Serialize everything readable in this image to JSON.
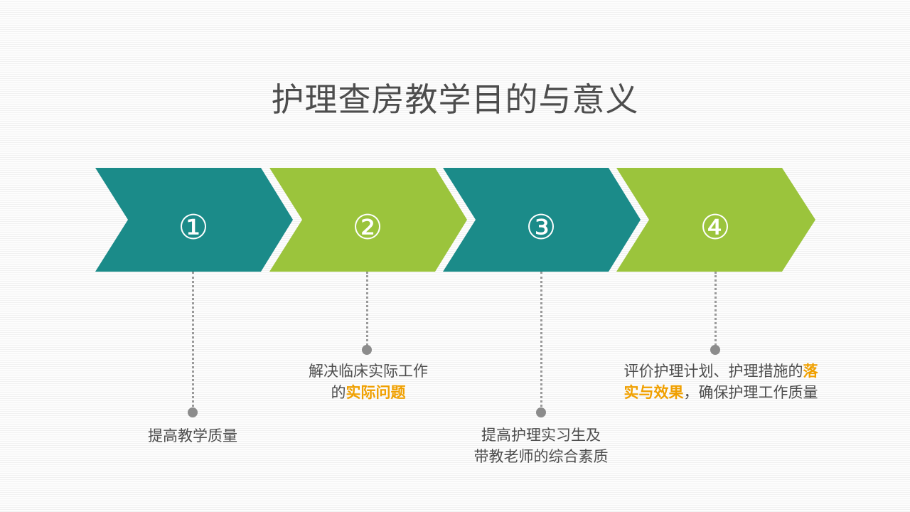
{
  "title": "护理查房教学目的与意义",
  "colors": {
    "teal": "#1b8b89",
    "green": "#9bc43c",
    "highlight": "#f0a000",
    "text": "#4d4d4d",
    "dot": "#8c8c8c"
  },
  "steps": [
    {
      "number": "①",
      "color": "teal",
      "desc_lines": [
        [
          {
            "text": "提高教学质量",
            "highlight": false
          }
        ]
      ]
    },
    {
      "number": "②",
      "color": "green",
      "desc_lines": [
        [
          {
            "text": "解决临床实际工作",
            "highlight": false
          }
        ],
        [
          {
            "text": "的",
            "highlight": false
          },
          {
            "text": "实际问题",
            "highlight": true
          }
        ]
      ]
    },
    {
      "number": "③",
      "color": "teal",
      "desc_lines": [
        [
          {
            "text": "提高护理实习生及",
            "highlight": false
          }
        ],
        [
          {
            "text": "带教老师的综合素质",
            "highlight": false
          }
        ]
      ]
    },
    {
      "number": "④",
      "color": "green",
      "desc_lines": [
        [
          {
            "text": "评价护理计划、护理措施的",
            "highlight": false
          },
          {
            "text": "落",
            "highlight": true
          }
        ],
        [
          {
            "text": "实与效果",
            "highlight": true
          },
          {
            "text": "，确保护理工作质量",
            "highlight": false
          }
        ]
      ]
    }
  ]
}
